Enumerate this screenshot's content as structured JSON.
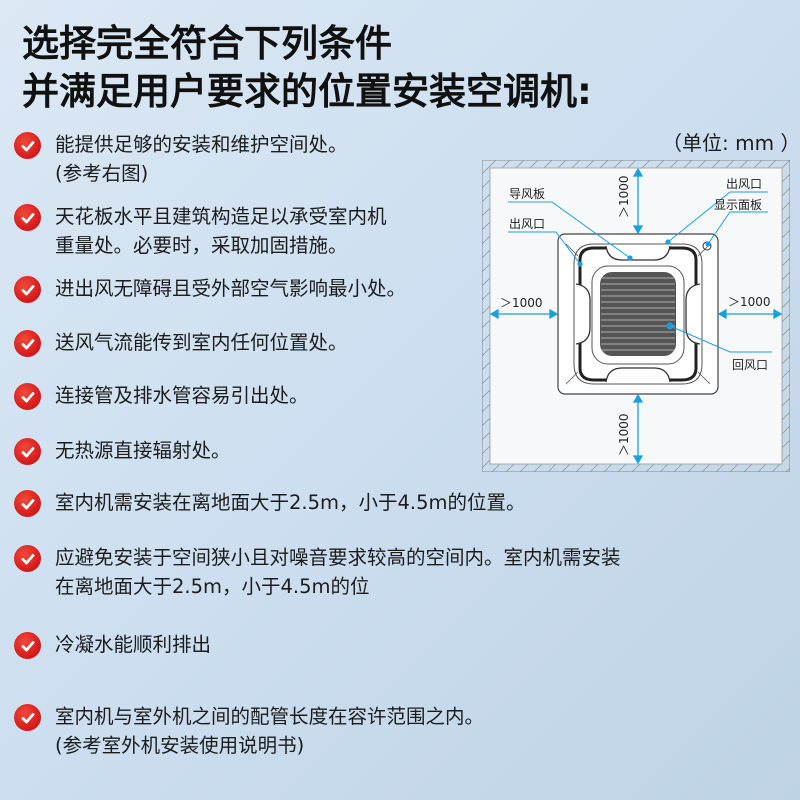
{
  "title": {
    "line1": "选择完全符合下列条件",
    "line2": "并满足用户要求的位置安装空调机:"
  },
  "requirements": [
    {
      "icon": "check-circle-icon",
      "lines": [
        "能提供足够的安装和维护空间处。",
        "(参考右图)"
      ]
    },
    {
      "icon": "check-circle-icon",
      "lines": [
        "天花板水平且建筑构造足以承受室内机",
        "重量处。必要时，采取加固措施。"
      ]
    },
    {
      "icon": "check-circle-icon",
      "lines": [
        "进出风无障碍且受外部空气影响最小处。"
      ]
    },
    {
      "icon": "check-circle-icon",
      "lines": [
        "送风气流能传到室内任何位置处。"
      ]
    },
    {
      "icon": "check-circle-icon",
      "lines": [
        "连接管及排水管容易引出处。"
      ]
    },
    {
      "icon": "check-circle-icon",
      "lines": [
        "无热源直接辐射处。"
      ]
    },
    {
      "icon": "check-circle-icon",
      "lines": [
        "室内机需安装在离地面大于2.5m，小于4.5m的位置。"
      ]
    },
    {
      "icon": "check-circle-icon",
      "lines": [
        "应避免安装于空间狭小且对噪音要求较高的空间内。室内机需安装",
        "在离地面大于2.5m，小于4.5m的位"
      ]
    },
    {
      "icon": "check-circle-icon",
      "lines": [
        "冷凝水能顺利排出"
      ]
    },
    {
      "icon": "check-circle-icon",
      "lines": [
        "室内机与室外机之间的配管长度在容许范围之内。",
        "(参考室外机安装使用说明书)"
      ]
    }
  ],
  "diagram": {
    "unit_label": "（单位: mm ）",
    "clearance_top": "＞1000",
    "clearance_bottom": "＞1000",
    "clearance_left": "＞1000",
    "clearance_right": "＞1000",
    "labels": {
      "guide_vane": "导风板",
      "outlet_left": "出风口",
      "outlet_right": "出风口",
      "display_panel": "显示面板",
      "return_inlet": "回风口"
    },
    "colors": {
      "callout": "#1aa0e0",
      "check": "#d81e1e"
    }
  }
}
